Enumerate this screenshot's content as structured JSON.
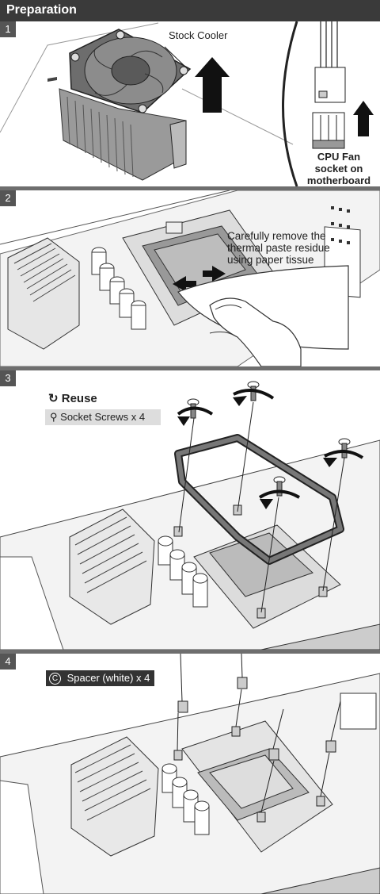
{
  "title": "Preparation",
  "steps": [
    {
      "number": "1",
      "labels": {
        "stock_cooler": "Stock Cooler",
        "cpu_fan_line1": "CPU Fan",
        "cpu_fan_line2": "socket on",
        "cpu_fan_line3": "motherboard"
      }
    },
    {
      "number": "2",
      "instruction_line1": "Carefully remove the",
      "instruction_line2": "thermal paste residue",
      "instruction_line3": "using paper tissue"
    },
    {
      "number": "3",
      "reuse_title": "Reuse",
      "reuse_item": "Socket Screws x 4"
    },
    {
      "number": "4",
      "spacer_label": "Spacer (white) x 4",
      "spacer_code": "C"
    }
  ]
}
